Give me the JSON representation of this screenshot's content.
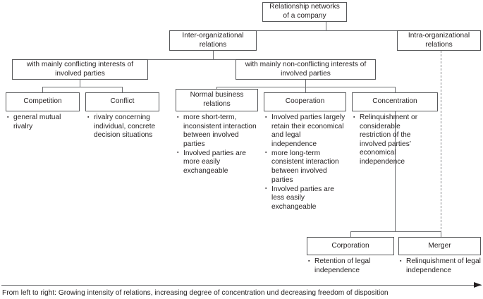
{
  "diagram": {
    "type": "tree",
    "root": {
      "id": "root",
      "label": "Relationship networks of a company",
      "line1": "Relationship networks",
      "line2": "of a company"
    },
    "level2": [
      {
        "id": "inter",
        "line1": "Inter-organizational",
        "line2": "relations"
      },
      {
        "id": "intra",
        "line1": "Intra-organizational",
        "line2": "relations"
      }
    ],
    "level3": [
      {
        "id": "conflicting",
        "line1": "with mainly conflicting interests of",
        "line2": "involved parties"
      },
      {
        "id": "nonconflicting",
        "line1": "with mainly non-conflicting interests of",
        "line2": "involved parties"
      }
    ],
    "level4": [
      {
        "id": "competition",
        "line1": "Competition",
        "line2": "",
        "bullets": [
          "general mutual rivalry"
        ]
      },
      {
        "id": "conflict",
        "line1": "Conflict",
        "line2": "",
        "bullets": [
          "rivalry concerning individual, concrete decision situations"
        ]
      },
      {
        "id": "normal-business-relations",
        "line1": "Normal business",
        "line2": "relations",
        "bullets": [
          "more short-term, inconsistent interaction between involved parties",
          "Involved parties are more easily exchangeable"
        ]
      },
      {
        "id": "cooperation",
        "line1": "Cooperation",
        "line2": "",
        "bullets": [
          "Involved parties largely retain their economical and legal independence",
          "more long-term consistent interaction between involved parties",
          "Involved parties are less easily exchangeable"
        ]
      },
      {
        "id": "concentration",
        "line1": "Concentration",
        "line2": "",
        "bullets": [
          "Relinquishment or considerable restriction of the involved parties’ economical independence"
        ]
      }
    ],
    "level5": [
      {
        "id": "corporation",
        "line1": "Corporation",
        "bullets": [
          "Retention of legal independence"
        ]
      },
      {
        "id": "merger",
        "line1": "Merger",
        "bullets": [
          "Relinquishment of legal independence"
        ]
      }
    ],
    "footer": {
      "caption": "From left to right: Growing intensity of relations, increasing degree of concentration und decreasing freedom of disposition",
      "arrow_direction": "right"
    },
    "colors": {
      "box_border": "#58595b",
      "connector": "#6d6e71",
      "dashed_connector": "#808285",
      "text": "#231f20",
      "background": "#ffffff"
    }
  }
}
